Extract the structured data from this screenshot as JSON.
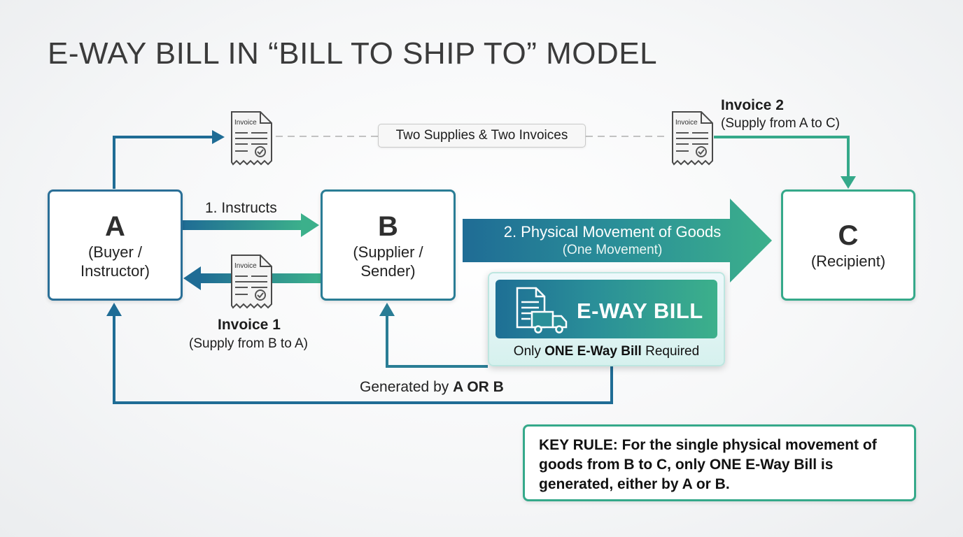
{
  "title": "E-WAY BILL IN “BILL TO SHIP TO” MODEL",
  "nodes": {
    "a": {
      "letter": "A",
      "role": "(Buyer /\nInstructor)"
    },
    "b": {
      "letter": "B",
      "role": "(Supplier /\nSender)"
    },
    "c": {
      "letter": "C",
      "role": "(Recipient)"
    }
  },
  "instructs_label": "1. Instructs",
  "invoice_doc_label": "Invoice",
  "invoice1": {
    "title": "Invoice 1",
    "subtitle": "(Supply from B to A)"
  },
  "invoice2": {
    "title": "Invoice 2",
    "subtitle": "(Supply from A to C)"
  },
  "supplies_pill": "Two Supplies & Two Invoices",
  "movement": {
    "title": "2. Physical Movement of Goods",
    "subtitle": "(One Movement)"
  },
  "eway_bill": {
    "title": "E-WAY BILL",
    "req_prefix": "Only ",
    "req_bold": "ONE E-Way Bill",
    "req_suffix": " Required",
    "icon": "document-truck-icon"
  },
  "generated": {
    "prefix": "Generated by ",
    "bold": "A OR B"
  },
  "key_rule": "KEY RULE: For the single physical movement of goods from B to C, only ONE E-Way Bill is generated, either by A or B.",
  "colors": {
    "blue": "#1f6c95",
    "teal": "#2a8f98",
    "green": "#3cb08b",
    "text": "#222222"
  },
  "icons": [
    "invoice-document-icon",
    "arrow-icon",
    "document-truck-icon"
  ]
}
